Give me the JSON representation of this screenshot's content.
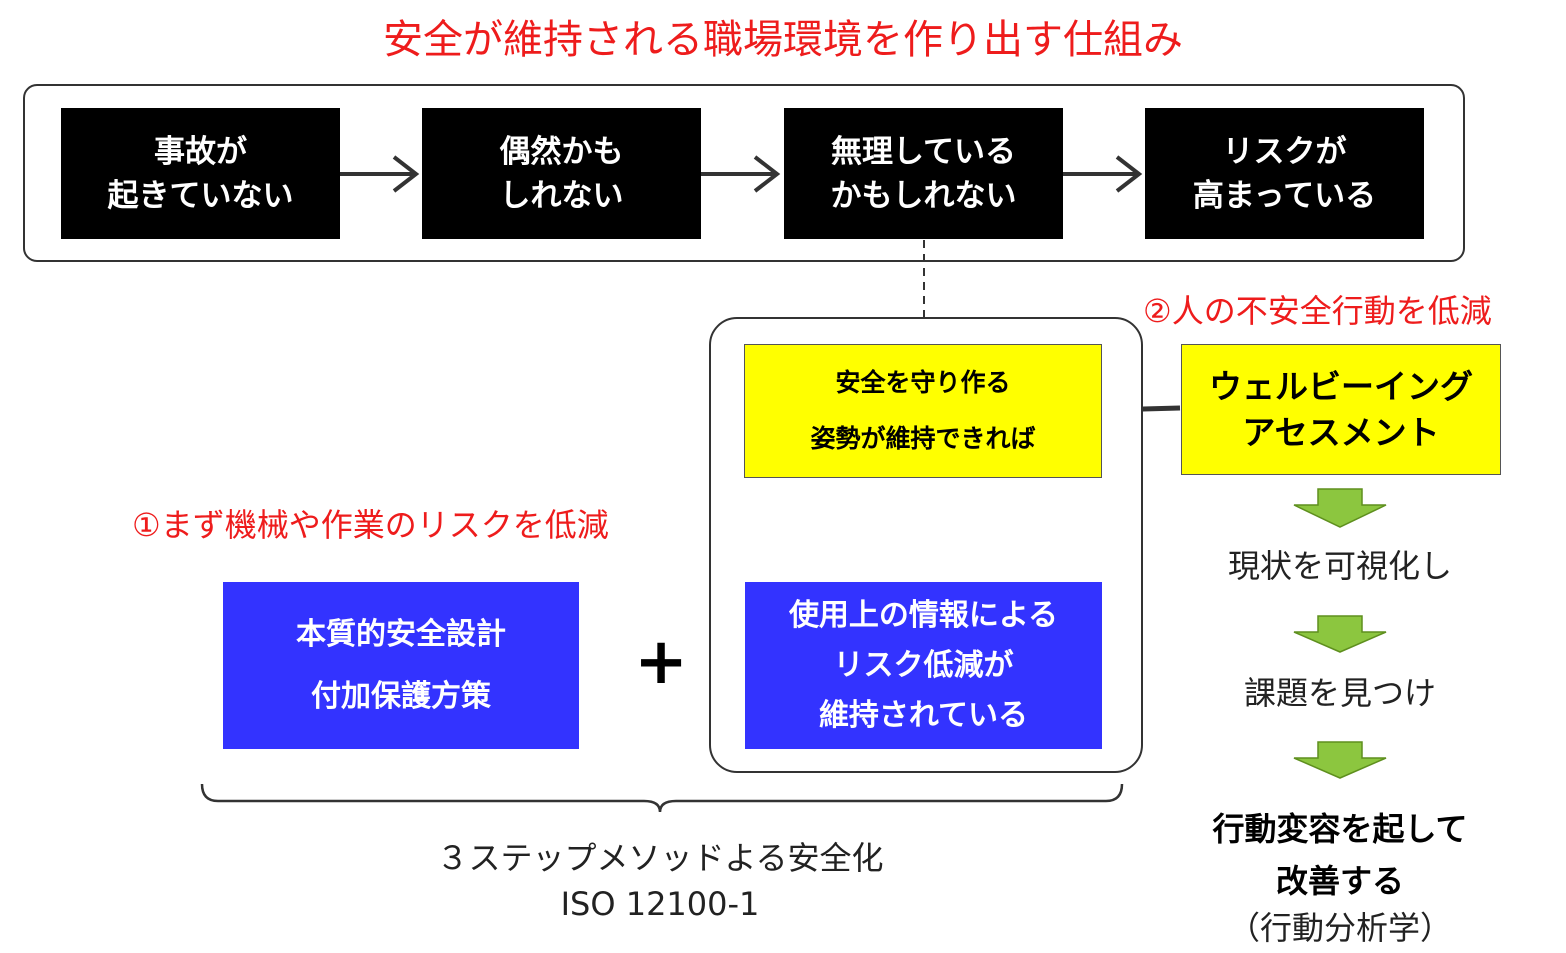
{
  "title": "安全が維持される職場環境を作り出す仕組み",
  "steps": [
    {
      "line1": "事故が",
      "line2": "起きていない"
    },
    {
      "line1": "偶然かも",
      "line2": "しれない"
    },
    {
      "line1": "無理している",
      "line2": "かもしれない"
    },
    {
      "line1": "リスクが",
      "line2": "高まっている"
    }
  ],
  "label_reduce_human": "②人の不安全行動を低減",
  "label_reduce_machine": "①まず機械や作業のリスクを低減",
  "center": {
    "posture_line1": "安全を守り作る",
    "posture_line2": "姿勢が維持できれば",
    "info_line1": "使用上の情報による",
    "info_line2": "リスク低減が",
    "info_line3": "維持されている"
  },
  "left_box": {
    "line1": "本質的安全設計",
    "line2": "付加保護方策"
  },
  "plus": "+",
  "brace_caption": {
    "line1": "３ステップメソッドよる安全化",
    "line2": "ISO 12100-1"
  },
  "wellbeing": {
    "line1": "ウェルビーイング",
    "line2": "アセスメント"
  },
  "flow": {
    "step1": "現状を可視化し",
    "step2": "課題を見つけ",
    "final_line1": "行動変容を起して",
    "final_line2": "改善する",
    "final_note": "（行動分析学）"
  },
  "colors": {
    "red": "#ee1c1c",
    "yellow": "#ffff00",
    "blue": "#3333ff",
    "green": "#8cc63f"
  }
}
